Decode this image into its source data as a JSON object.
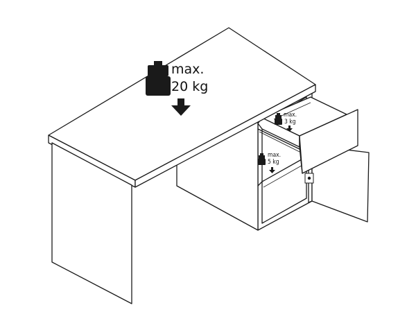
{
  "desk_load": {
    "max_label": "max.",
    "weight_label": "20 kg",
    "icon": "weight-icon",
    "arrow": "down-arrow-icon"
  },
  "drawer_load": {
    "max_label": "max.",
    "weight_label": "3 kg",
    "icon": "weight-icon",
    "arrow": "down-arrow-icon"
  },
  "shelf_load": {
    "max_label": "max.",
    "weight_label": "5 kg",
    "icon": "weight-icon",
    "arrow": "down-arrow-icon"
  },
  "colors": {
    "line": "#1a1a1a",
    "background": "#ffffff"
  }
}
